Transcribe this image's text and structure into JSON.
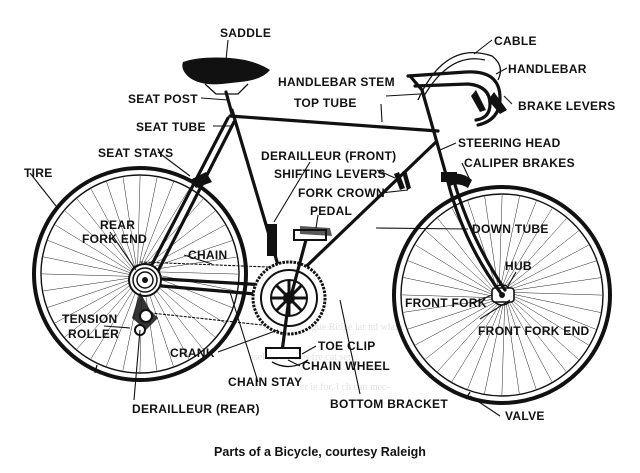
{
  "caption": "Parts of a Bicycle, courtesy Raleigh",
  "labels": {
    "saddle": "SADDLE",
    "cable": "CABLE",
    "handlebar": "HANDLEBAR",
    "handlebar_stem": "HANDLEBAR STEM",
    "seat_post": "SEAT POST",
    "top_tube": "TOP TUBE",
    "brake_levers": "BRAKE LEVERS",
    "seat_tube": "SEAT TUBE",
    "steering_head": "STEERING HEAD",
    "seat_stays": "SEAT STAYS",
    "derailleur_front": "DERAILLEUR (FRONT)",
    "caliper_brakes": "CALIPER BRAKES",
    "tire": "TIRE",
    "shifting_levers": "SHIFTING LEVERS",
    "fork_crown": "FORK CROWN",
    "pedal": "PEDAL",
    "rear_line1": "REAR",
    "rear_line2": "FORK END",
    "chain": "CHAIN",
    "down_tube": "DOWN TUBE",
    "hub": "HUB",
    "front_fork": "FRONT FORK",
    "tension_line1": "TENSION",
    "tension_line2": "ROLLER",
    "front_fork_end": "FRONT FORK END",
    "toe_clip": "TOE CLIP",
    "crank": "CRANK",
    "chain_wheel": "CHAIN WHEEL",
    "chain_stay": "CHAIN STAY",
    "bottom_bracket": "BOTTOM BRACKET",
    "derailleur_rear": "DERAILLEUR (REAR)",
    "valve": "VALVE"
  }
}
